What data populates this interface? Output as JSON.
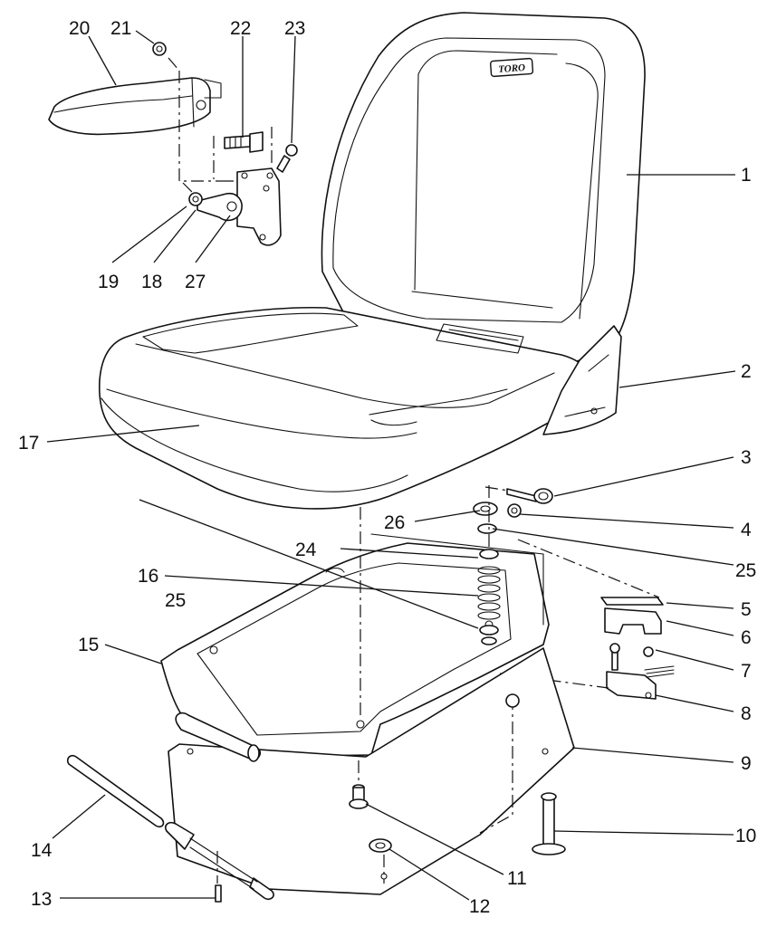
{
  "logo_text": "TORO",
  "callouts": {
    "c1": "1",
    "c2": "2",
    "c3": "3",
    "c4": "4",
    "c5": "5",
    "c6": "6",
    "c7": "7",
    "c8": "8",
    "c9": "9",
    "c10": "10",
    "c11": "11",
    "c12": "12",
    "c13": "13",
    "c14": "14",
    "c15": "15",
    "c16": "16",
    "c17": "17",
    "c18": "18",
    "c19": "19",
    "c20": "20",
    "c21": "21",
    "c22": "22",
    "c23": "23",
    "c24": "24",
    "c25a": "25",
    "c25b": "25",
    "c26": "26",
    "c27": "27"
  }
}
